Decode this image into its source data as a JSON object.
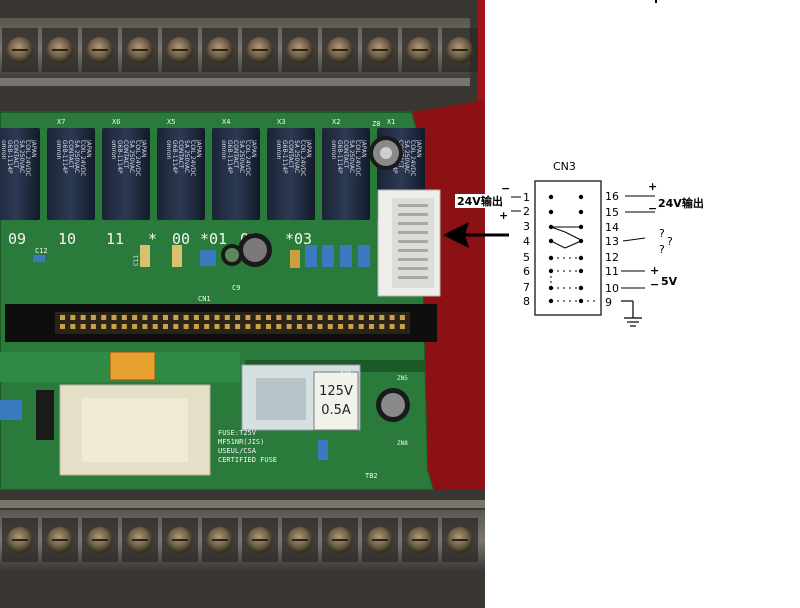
{
  "photo": {
    "relay_headers": [
      "X7",
      "X6",
      "X5",
      "X4",
      "X3",
      "X2",
      "X1"
    ],
    "relay_text": [
      "omron",
      "G6B-1114P",
      "CONTACT",
      "5A 250VAC",
      "COIL 24VDC",
      "JAPAN"
    ],
    "terminal_numbers": [
      "09",
      "10",
      "11",
      "*",
      "00",
      "*01",
      "02",
      "*03"
    ],
    "relay_count_label": "Z8",
    "board_labels": {
      "c12": "C12",
      "c11": "C11",
      "c9": "C9",
      "cn1": "CN1",
      "tb2": "TB2",
      "c43": "C43",
      "zn5": "ZN5",
      "zn8": "ZN8"
    },
    "fuse": {
      "line1": "125V",
      "line2": "0.5A",
      "info": [
        "FUSE:T25V",
        "MF51NR(JIS)",
        "USEUL/CSA",
        "CERTIFIED FUSE"
      ]
    }
  },
  "diagram": {
    "connector_title": "CN3",
    "left_pins": [
      "1",
      "2",
      "3",
      "4",
      "5",
      "6",
      "7",
      "8"
    ],
    "right_pins": [
      "16",
      "15",
      "14",
      "13",
      "12",
      "11",
      "10",
      "9"
    ],
    "left_label": "24V输出",
    "right_label": "24V输出",
    "five_v": "5V",
    "unknown": "?",
    "plus": "+",
    "minus": "−"
  }
}
